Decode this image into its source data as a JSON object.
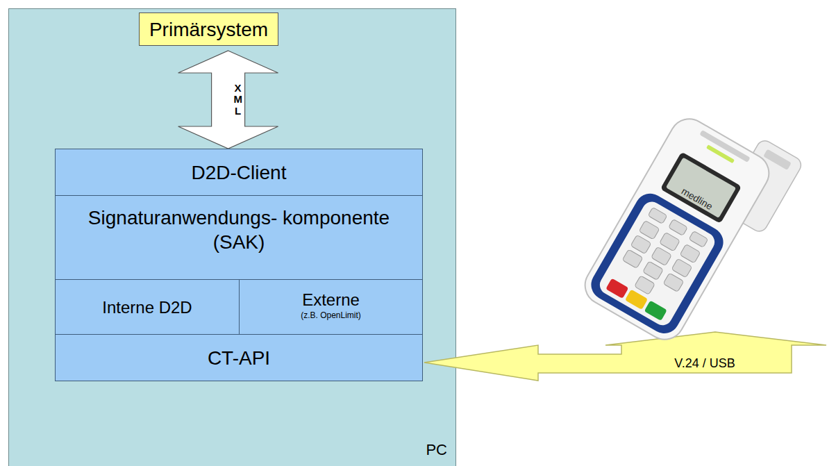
{
  "diagram": {
    "nodes": [
      {
        "text": [
          "PC"
        ]
      },
      {
        "text": [
          "Primärsystem"
        ],
        "in": 0
      },
      {
        "text": [
          "D2D-Client"
        ],
        "in": 0
      },
      {
        "text": [
          "Signaturanwendungs- komponente (SAK)"
        ],
        "in": 0
      },
      {
        "text": [
          "Interne D2D"
        ],
        "in": 3
      },
      {
        "text": [
          "Externe",
          "(z.B. OpenLimit)"
        ],
        "in": 3
      },
      {
        "text": [
          "CT-API"
        ],
        "in": 0
      }
    ],
    "edges": [
      {
        "from": 1,
        "to": 2,
        "label": "XML",
        "arrow": "both"
      }
    ],
    "labels": [
      "V.24 / USB",
      "medline"
    ]
  }
}
